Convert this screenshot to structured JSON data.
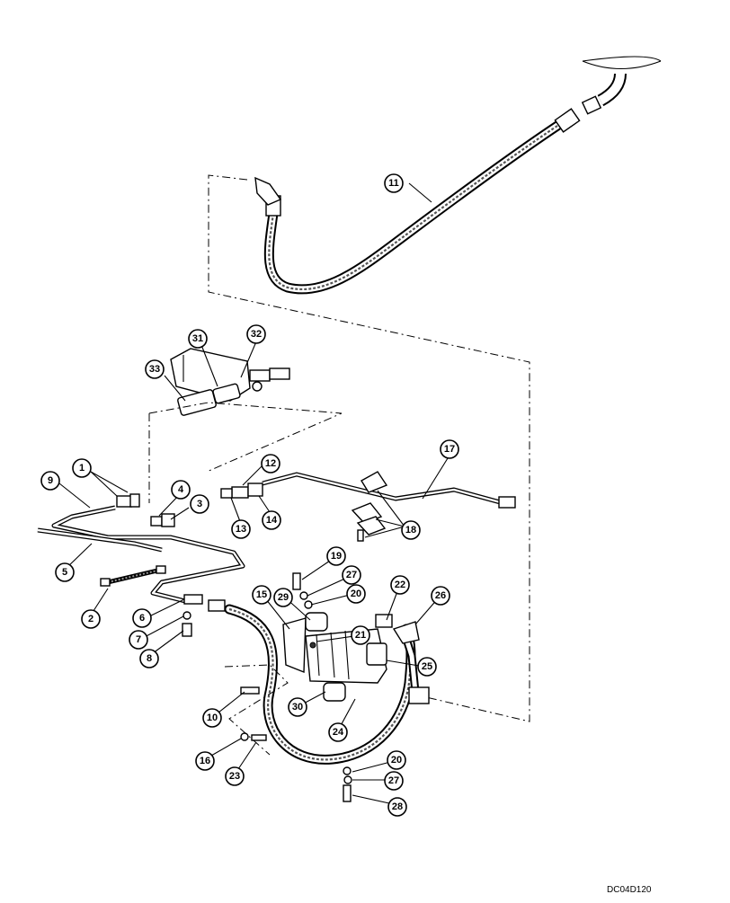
{
  "drawing_code": "DC04D120",
  "callouts": [
    "1",
    "2",
    "3",
    "4",
    "5",
    "6",
    "7",
    "8",
    "9",
    "10",
    "11",
    "12",
    "13",
    "14",
    "15",
    "16",
    "17",
    "18",
    "19",
    "20",
    "21",
    "22",
    "23",
    "24",
    "25",
    "26",
    "27",
    "28",
    "29",
    "30",
    "31",
    "32",
    "33",
    "20",
    "27"
  ]
}
